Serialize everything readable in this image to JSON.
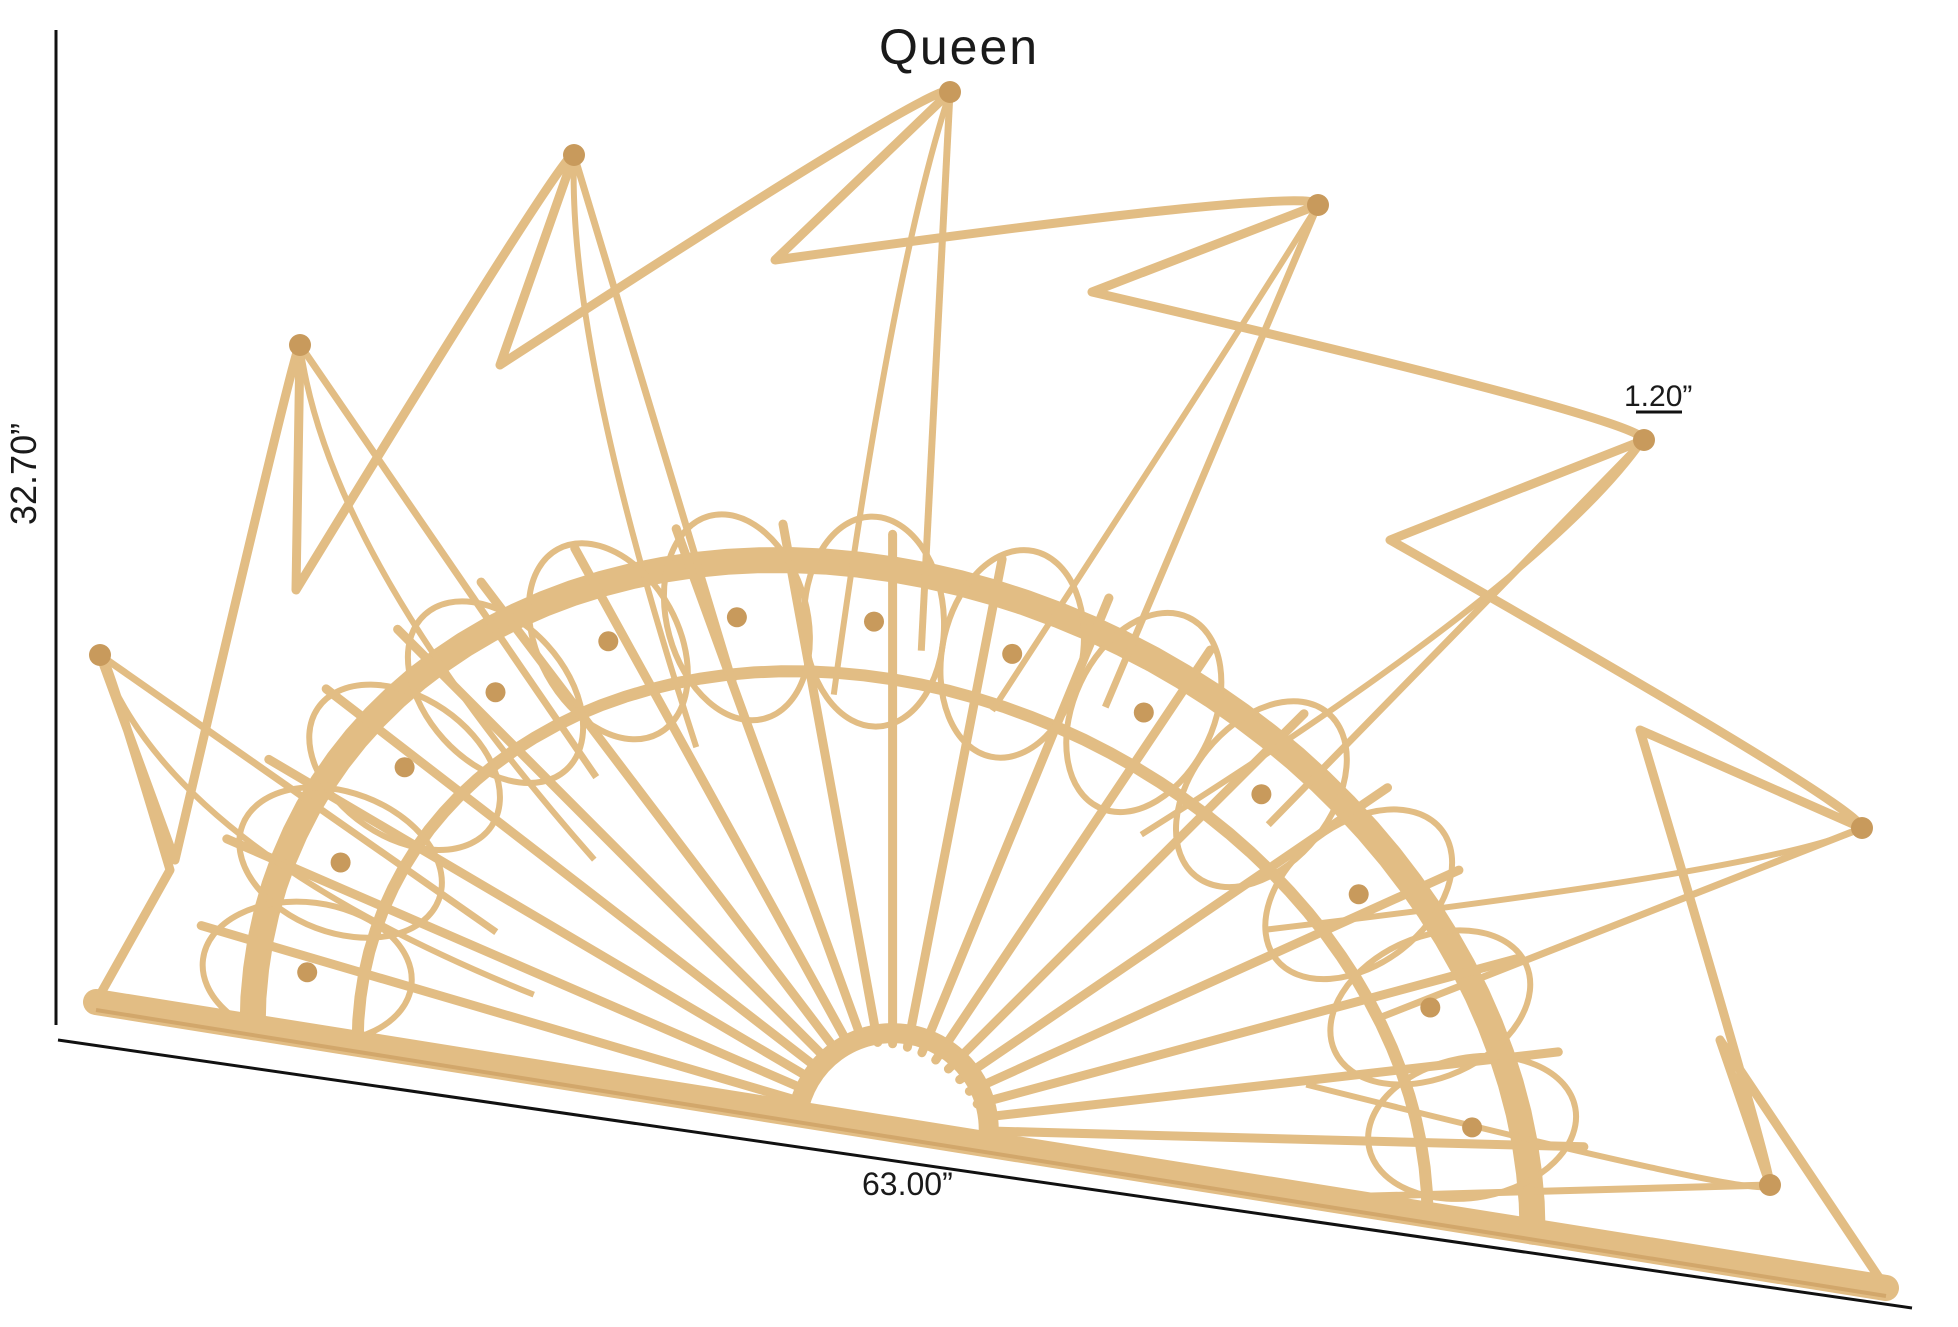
{
  "product": {
    "size_label": "Queen",
    "finish_color": "#e2bd84",
    "accent_color": "#c89a5c"
  },
  "dimensions": {
    "height": "32.70”",
    "width": "63.00”",
    "depth": "1.20”"
  }
}
